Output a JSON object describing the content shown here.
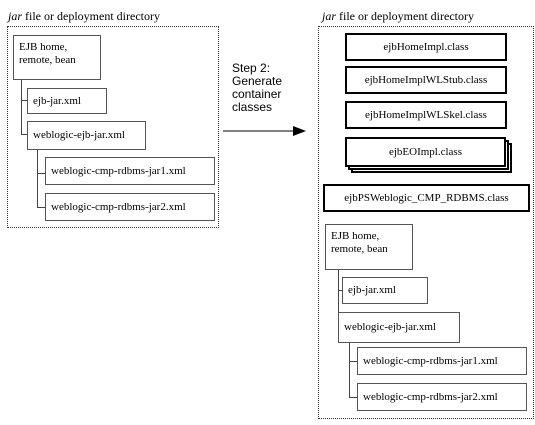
{
  "left": {
    "heading_jar": "jar",
    "heading_rest": " file or deployment directory",
    "ejb_box": "EJB home, remote, bean",
    "ejb_jar_xml": "ejb-jar.xml",
    "weblogic_ejb_jar_xml": "weblogic-ejb-jar.xml",
    "cmp_jar1": "weblogic-cmp-rdbms-jar1.xml",
    "cmp_jar2": "weblogic-cmp-rdbms-jar2.xml"
  },
  "step": {
    "line1": "Step 2:",
    "line2": "Generate",
    "line3": "container",
    "line4": "classes"
  },
  "right": {
    "heading_jar": "jar",
    "heading_rest": " file or deployment directory",
    "home_impl": "ejbHomeImpl.class",
    "home_stub": "ejbHomeImplWLStub.class",
    "home_skel": "ejbHomeImplWLSkel.class",
    "eo_impl": "ejbEOImpl.class",
    "ps_class": "ejbPSWeblogic_CMP_RDBMS.class",
    "ejb_box": "EJB home, remote, bean",
    "ejb_jar_xml": "ejb-jar.xml",
    "weblogic_ejb_jar_xml": "weblogic-ejb-jar.xml",
    "cmp_jar1": "weblogic-cmp-rdbms-jar1.xml",
    "cmp_jar2": "weblogic-cmp-rdbms-jar2.xml"
  }
}
